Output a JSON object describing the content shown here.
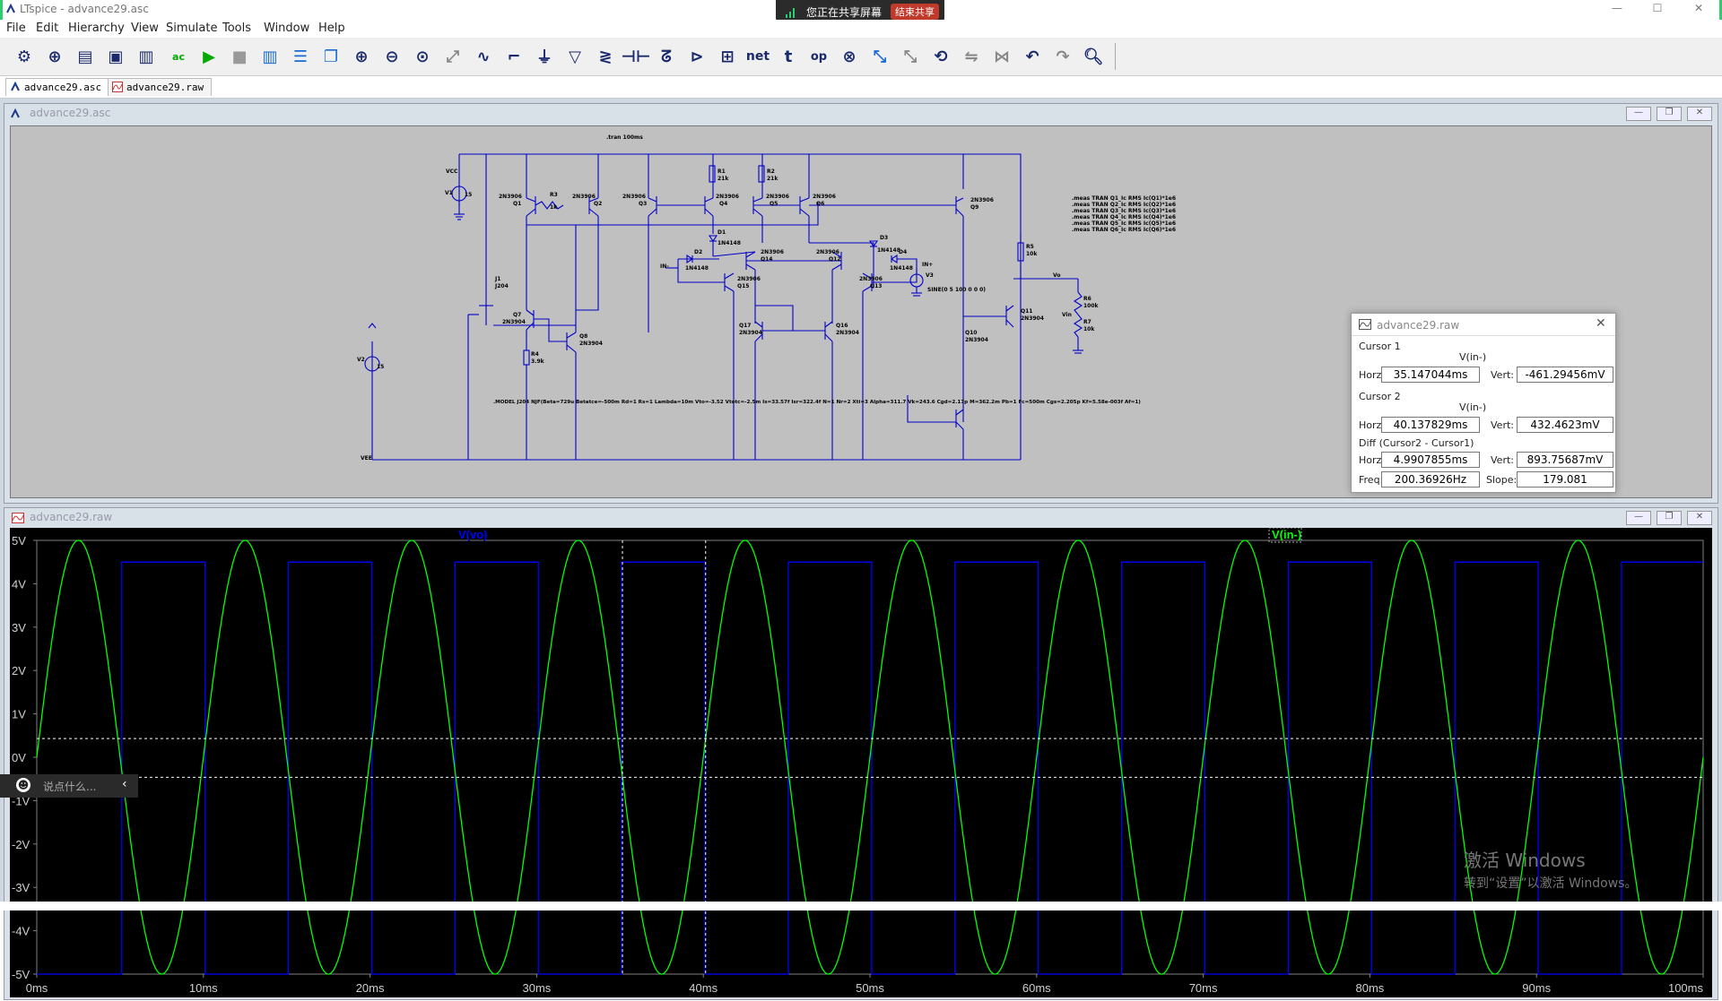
{
  "window": {
    "title": "LTspice - advance29.asc"
  },
  "share_bar": {
    "status": "您正在共享屏幕",
    "stop_label": "结束共享"
  },
  "menu": [
    "File",
    "Edit",
    "Hierarchy",
    "View",
    "Simulate",
    "Tools",
    "Window",
    "Help"
  ],
  "toolbar": {
    "icons": [
      "settings-icon",
      "new-schematic-icon",
      "open-icon",
      "save-icon",
      "print-icon",
      "control-panel-icon",
      "run-icon",
      "halt-icon",
      "tile-vertical-icon",
      "tile-horizontal-icon",
      "cascade-icon",
      "zoom-in-icon",
      "zoom-out-icon",
      "zoom-fit-icon",
      "autoscale-icon",
      "waveform-icon",
      "wire-icon",
      "ground-icon",
      "label-net-icon",
      "resistor-icon",
      "capacitor-icon",
      "inductor-icon",
      "diode-icon",
      "component-icon",
      "net-label-icon",
      "text-icon",
      "spice-directive-icon",
      "delete-icon",
      "move-icon",
      "drag-icon",
      "rotate-icon",
      "mirror-icon",
      "undo-icon",
      "redo-icon",
      "find-icon"
    ],
    "net_label": "net",
    "text_label": "t",
    "directive_label": "op"
  },
  "tabs": [
    {
      "label": "advance29.asc",
      "active": true
    },
    {
      "label": "advance29.raw",
      "active": false
    }
  ],
  "schematic_window": {
    "title": "advance29.asc",
    "directive_tran": ".tran 100ms",
    "meas": [
      ".meas TRAN Q1_Ic RMS Ic(Q1)*1e6",
      ".meas TRAN Q2_Ic RMS Ic(Q2)*1e6",
      ".meas TRAN Q3_Ic RMS Ic(Q3)*1e6",
      ".meas TRAN Q4_Ic RMS Ic(Q4)*1e6",
      ".meas TRAN Q5_Ic RMS Ic(Q5)*1e6",
      ".meas TRAN Q6_Ic RMS Ic(Q6)*1e6"
    ],
    "model": ".MODEL J204 NJF(Beta=729u Betatce=-500m Rd=1 Rs=1 Lambda=10m Vto=-3.52 Vtotc=-2.5m Is=33.57f Isr=322.4f N=1 Nr=2 Xti=3 Alpha=311.7 Vk=243.6 Cgd=2.17p M=362.2m Pb=1 Fc=500m Cgs=2.205p Kf=5.58e-003f Af=1)",
    "source_value": "SINE(0 5 100 0 0 0)",
    "parts": {
      "v1": "V1",
      "v1_val": "15",
      "vcc": "VCC",
      "v2": "V2",
      "v3": "V3",
      "v2_val": "15",
      "vee": "VEE",
      "j1": "J1",
      "j1_model": "J204",
      "q1": "Q1",
      "q2": "Q2",
      "q3": "Q3",
      "q4": "Q4",
      "q5": "Q5",
      "q6": "Q6",
      "q9": "Q9",
      "q7": "Q7",
      "q8": "Q8",
      "q10": "Q10",
      "q11": "Q11",
      "q12": "Q12",
      "q13": "Q13",
      "q14": "Q14",
      "q15": "Q15",
      "q16": "Q16",
      "q17": "Q17",
      "pnp": "2N3906",
      "npn": "2N3904",
      "r1": "R1",
      "r1v": "21k",
      "r2": "R2",
      "r2v": "21k",
      "r3": "R3",
      "r3v": "1k",
      "r4": "R4",
      "r4v": "3.9k",
      "r5": "R5",
      "r5v": "10k",
      "r6": "R6",
      "r6v": "100k",
      "r7": "R7",
      "r7v": "10k",
      "d1": "D1",
      "d2": "D2",
      "d3": "D3",
      "d4": "D4",
      "diode": "1N4148",
      "in_minus": "IN-",
      "in_plus": "IN+",
      "vo": "Vo",
      "vin": "Vin"
    }
  },
  "cursor_dialog": {
    "title": "advance29.raw",
    "cursor1": {
      "label": "Cursor 1",
      "trace": "V(in-)",
      "horz_label": "Horz:",
      "horz": "35.147044ms",
      "vert_label": "Vert:",
      "vert": "-461.29456mV"
    },
    "cursor2": {
      "label": "Cursor 2",
      "trace": "V(in-)",
      "horz_label": "Horz:",
      "horz": "40.137829ms",
      "vert_label": "Vert:",
      "vert": "432.4623mV"
    },
    "diff": {
      "label": "Diff (Cursor2 - Cursor1)",
      "horz_label": "Horz:",
      "horz": "4.9907855ms",
      "vert_label": "Vert:",
      "vert": "893.75687mV",
      "freq_label": "Freq:",
      "freq": "200.36926Hz",
      "slope_label": "Slope:",
      "slope": "179.081"
    }
  },
  "waveform_window": {
    "title": "advance29.raw"
  },
  "chart_data": {
    "type": "line",
    "series": [
      {
        "name": "V(vo)",
        "color": "#0000ff",
        "kind": "square",
        "period_ms": 10,
        "high_v": 4.5,
        "low_v": -5.0,
        "first_rise_ms": 5.1
      },
      {
        "name": "V(in-)",
        "color": "#00ff00",
        "kind": "sine",
        "frequency_hz": 100,
        "amplitude_v": 5.0,
        "offset_v": 0
      }
    ],
    "xlim": [
      0,
      100
    ],
    "ylim": [
      -5,
      5
    ],
    "x_ticks": [
      "0ms",
      "10ms",
      "20ms",
      "30ms",
      "40ms",
      "50ms",
      "60ms",
      "70ms",
      "80ms",
      "90ms",
      "100ms"
    ],
    "y_ticks": [
      "5V",
      "4V",
      "3V",
      "2V",
      "1V",
      "0V",
      "-1V",
      "-2V",
      "-3V",
      "-4V",
      "-5V"
    ],
    "cursor1_ms": 35.147044,
    "cursor2_ms": 40.137829,
    "cursor1_v": -0.46129456,
    "cursor2_v": 0.4324623,
    "grid": false
  },
  "chat_widget": {
    "placeholder": "说点什么..."
  },
  "watermark": {
    "line1": "激活 Windows",
    "line2": "转到“设置”以激活 Windows。"
  }
}
